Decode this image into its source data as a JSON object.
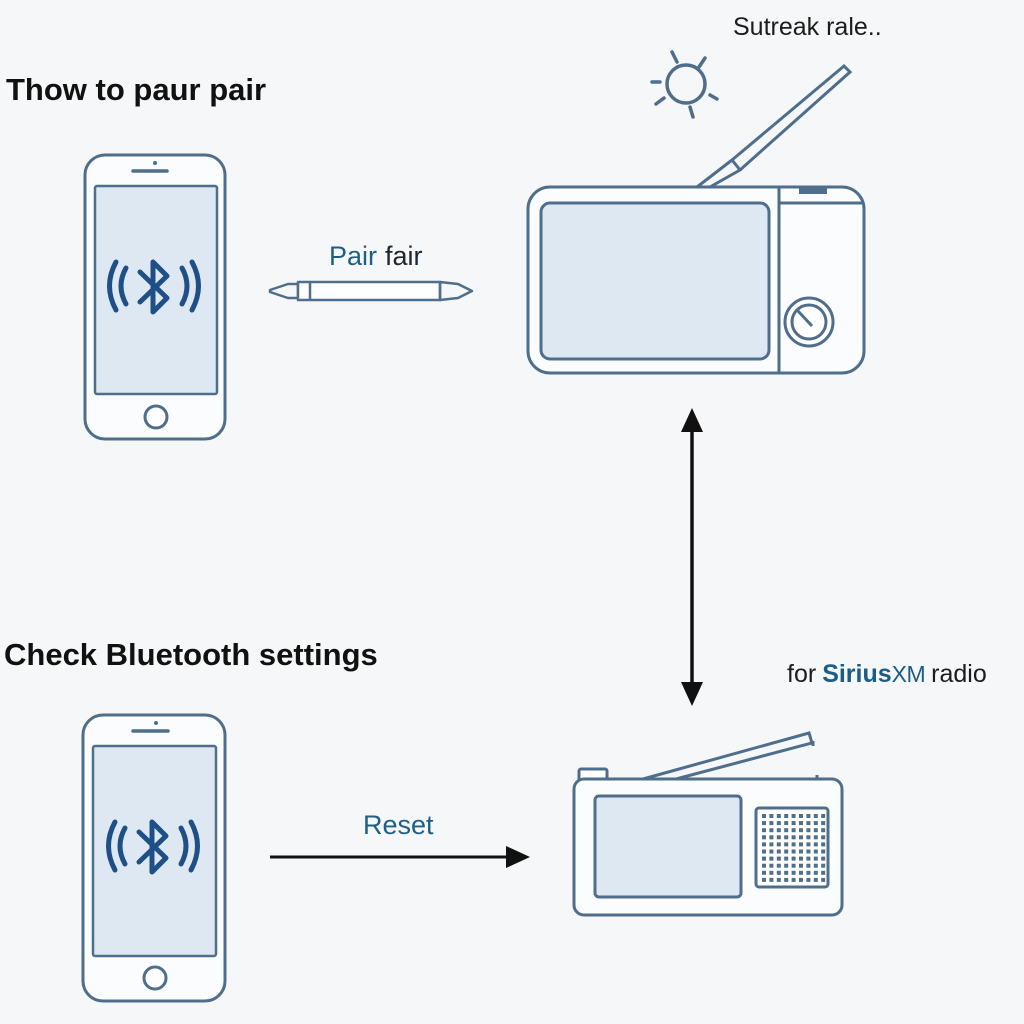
{
  "headings": {
    "top": "Thow to paur pair",
    "bottom": "Check Bluetooth settings"
  },
  "annotations": {
    "top_note": "Sutreak rale..",
    "pair_word_1": "Pair",
    "pair_word_2": "fair",
    "reset": "Reset",
    "brand_prefix": "for",
    "brand_name_1": "Sirius",
    "brand_name_2": "XM",
    "brand_suffix": "radio"
  },
  "icons": [
    "smartphone-icon",
    "bluetooth-icon",
    "radio-icon",
    "sun-icon",
    "speaker-grille-icon",
    "tuning-knob-icon",
    "antenna-icon"
  ],
  "colors": {
    "background": "#f6f7f8",
    "outline": "#4e6e8c",
    "screen_fill": "#dde8f2",
    "bluetooth_blue": "#1e4f86",
    "accent_blue": "#1d5f86",
    "arrow": "#111111"
  }
}
